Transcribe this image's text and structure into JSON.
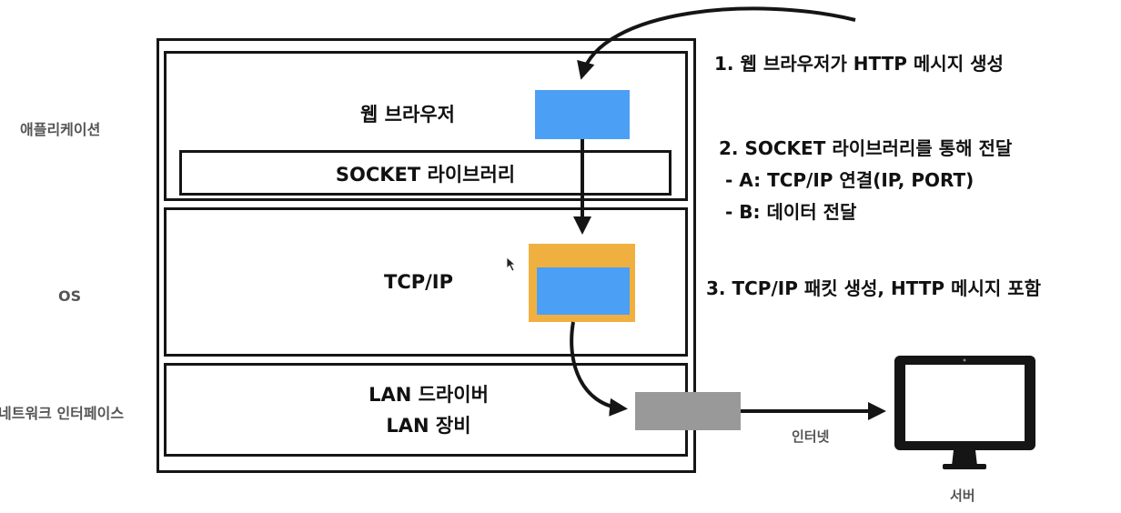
{
  "layers": {
    "application": {
      "side_label": "애플리케이션",
      "browser_label": "웹 브라우저",
      "socket_label": "SOCKET 라이브러리"
    },
    "os": {
      "side_label": "OS",
      "tcpip_label": "TCP/IP"
    },
    "network": {
      "side_label": "네트워크 인터페이스",
      "driver_label": "LAN 드라이버",
      "device_label": "LAN 장비"
    }
  },
  "steps": {
    "step1": "1. 웹 브라우저가 HTTP 메시지 생성",
    "step2": "2. SOCKET 라이브러리를 통해 전달",
    "step2a": "- A: TCP/IP 연결(IP, PORT)",
    "step2b": "- B: 데이터 전달",
    "step3": "3. TCP/IP 패킷 생성, HTTP 메시지 포함"
  },
  "internet_label": "인터넷",
  "server_label": "서버",
  "colors": {
    "http_message": "#4b9ff5",
    "tcp_packet": "#f0b040",
    "frame": "#999999",
    "border": "#151515"
  }
}
